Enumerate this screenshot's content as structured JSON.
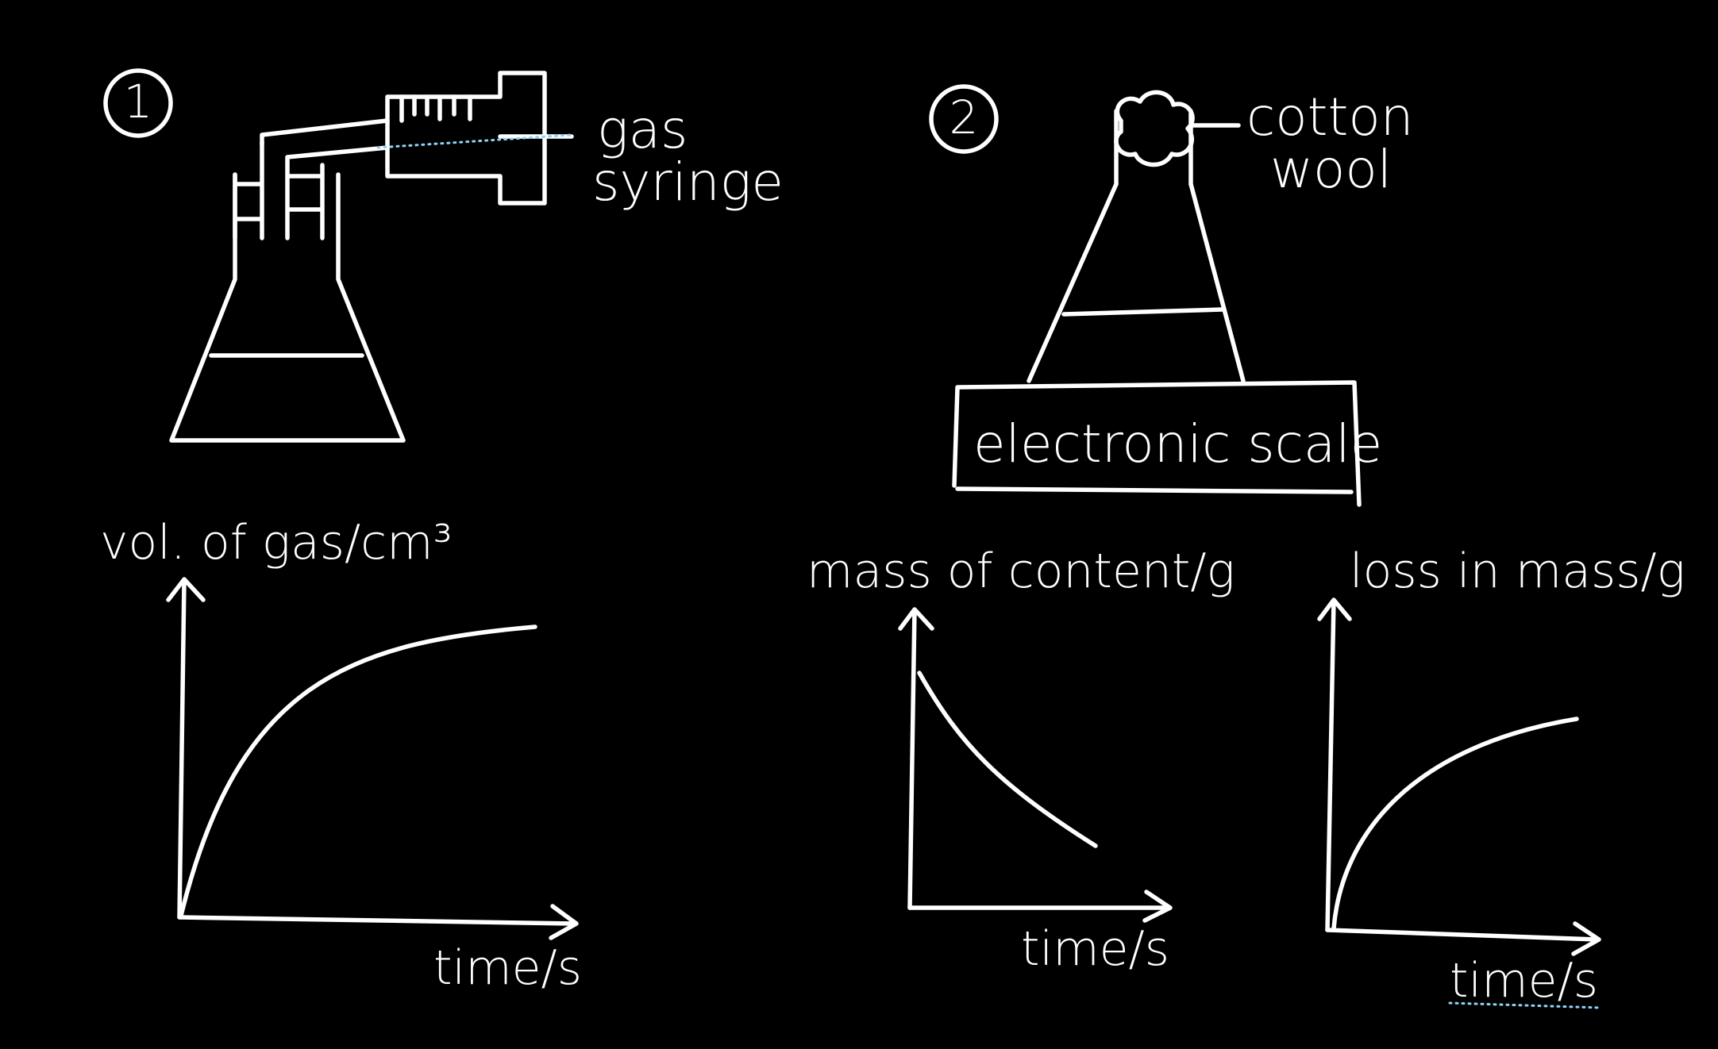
{
  "colors": {
    "background": "#000000",
    "ink": "#ffffff",
    "spellcheck_underline": "#8fd3f4"
  },
  "setup_1": {
    "number": "1",
    "syringe_label_line1": "gas",
    "syringe_label_line2": "syringe"
  },
  "setup_2": {
    "number": "2",
    "stopper_label_line1": "cotton",
    "stopper_label_line2": "wool",
    "scale_label": "electronic scale"
  },
  "graph_1": {
    "ylabel": "vol. of gas/cm³",
    "xlabel": "time/s",
    "curve_shape": "increasing-levelling-off"
  },
  "graph_2": {
    "ylabel": "mass of content/g",
    "xlabel": "time/s",
    "curve_shape": "decreasing"
  },
  "graph_3": {
    "ylabel": "loss in mass/g",
    "xlabel": "time/s",
    "curve_shape": "increasing-levelling-off"
  }
}
